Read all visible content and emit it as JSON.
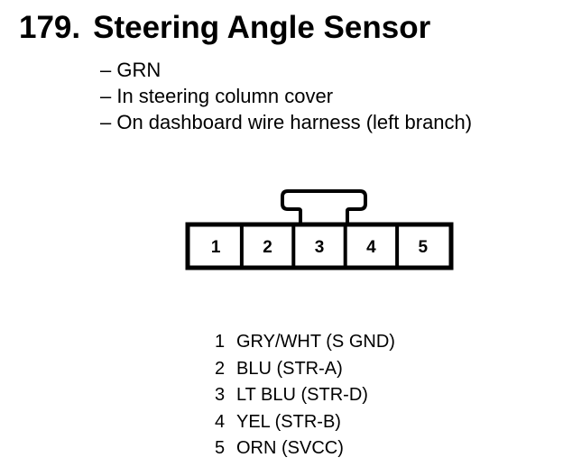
{
  "heading": {
    "number": "179.",
    "title": "Steering Angle Sensor"
  },
  "details": [
    "– GRN",
    "– In steering column cover",
    "– On dashboard wire harness (left branch)"
  ],
  "connector": {
    "terminals": [
      "1",
      "2",
      "3",
      "4",
      "5"
    ]
  },
  "pins": [
    {
      "num": "1",
      "label": "GRY/WHT (S GND)"
    },
    {
      "num": "2",
      "label": "BLU (STR-A)"
    },
    {
      "num": "3",
      "label": "LT BLU (STR-D)"
    },
    {
      "num": "4",
      "label": "YEL (STR-B)"
    },
    {
      "num": "5",
      "label": "ORN (SVCC)"
    }
  ]
}
